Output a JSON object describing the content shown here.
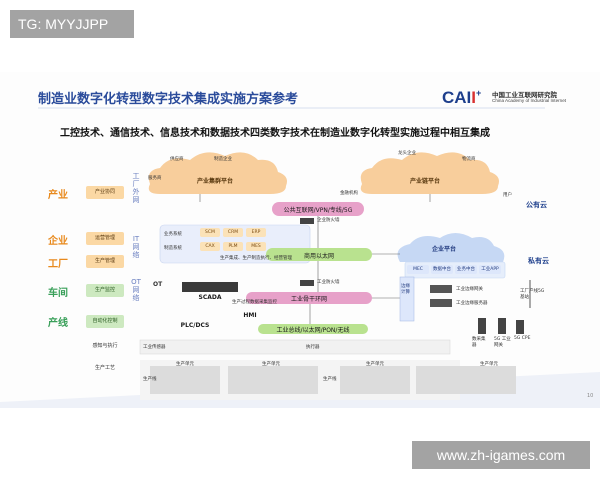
{
  "watermark_top": "TG: MYYJJPP",
  "watermark_bottom": "www.zh-igames.com",
  "slide": {
    "title": "制造业数字化转型数字技术集成实施方案参考",
    "logo": {
      "cai": "CAI",
      "ii": "I",
      "plus": "+",
      "org_cn": "中国工业互联网研究院",
      "org_en": "China Academy of Industrial Internet"
    },
    "subtitle": "工控技术、通信技术、信息技术和数据技术四类数字技术在制造业数字化转型实施过程中相互集成",
    "page_number": "10"
  },
  "layers": {
    "industry": "产业",
    "enterprise": "企业",
    "factory": "工厂",
    "workshop": "车间",
    "line": "产线"
  },
  "side_buttons": {
    "industry_collab": "产业协同",
    "ops_mgmt": "运营管理",
    "prod_mgmt": "生产管理",
    "prod_monitor": "生产监控",
    "auto_control": "自动化控制",
    "sensing": "感知与执行",
    "process": "生产工艺"
  },
  "vertical": {
    "factory_ext": "工厂外网",
    "it_net": "IT网络",
    "ot_net": "OT网络"
  },
  "top": {
    "supply_chain": "供应商",
    "mfg": "制造企业",
    "dragon": "龙头企业",
    "logistics": "物流商",
    "service": "服务商",
    "finance": "金融机构",
    "user": "用户",
    "cluster_platform": "产业集群平台",
    "chain_platform": "产业链平台",
    "public_net": "公共互联网/VPN/专线/5G",
    "public_cloud": "公有云"
  },
  "middle": {
    "biz_sys": "业务系统",
    "mfg_sys": "制造系统",
    "it_chips": [
      "SCM",
      "CRM",
      "ERP"
    ],
    "mfg_chips": [
      "CAX",
      "PLM",
      "MES"
    ],
    "mgmt_desc": "生产集成、生产制造执行、经营管理",
    "enterprise_fw": "企业防火墙",
    "biz_ethernet": "商用以太网",
    "enterprise_platform": "企业平台",
    "platform_chips": [
      "MEC",
      "数据中台",
      "业务中台",
      "工业APP"
    ],
    "private_cloud": "私有云"
  },
  "lower": {
    "ot_label": "OT",
    "scada": "SCADA",
    "prod_info": "生产过程数据采集监控",
    "ot_fw": "工业防火墙",
    "backbone": "工业骨干环网",
    "edge": "边缘计算",
    "edge_gateway": "工业边缘网关",
    "edge_server": "工业边缘服务器",
    "hmi": "HMI",
    "plc": "PLC/DCS",
    "fieldbus": "工业总线/以太网/PON/无线",
    "sensor": "工业传感器",
    "actuator": "执行器",
    "5g_station": "工厂产线5G基站",
    "data_collect": "数采集器",
    "5g_gateway": "5G 工业网关",
    "5g_cpe": "5G CPE"
  },
  "bottom": {
    "units": [
      "生产单元",
      "生产单元",
      "生产单元",
      "生产单元"
    ],
    "lines": [
      "生产线",
      "生产线"
    ]
  },
  "colors": {
    "title_blue": "#2a4b9b",
    "accent_orange": "#e8891c",
    "accent_green": "#3aa05a",
    "net_pink": "#e7a1c9",
    "net_green": "#b9e28f",
    "cloud_orange": "#f7c68b",
    "cloud_blue": "#c6d8f4"
  },
  "icons": [
    "factory-icon",
    "truck-icon",
    "building-icon",
    "server-icon",
    "firewall-icon",
    "robot-arm-icon",
    "antenna-icon"
  ]
}
